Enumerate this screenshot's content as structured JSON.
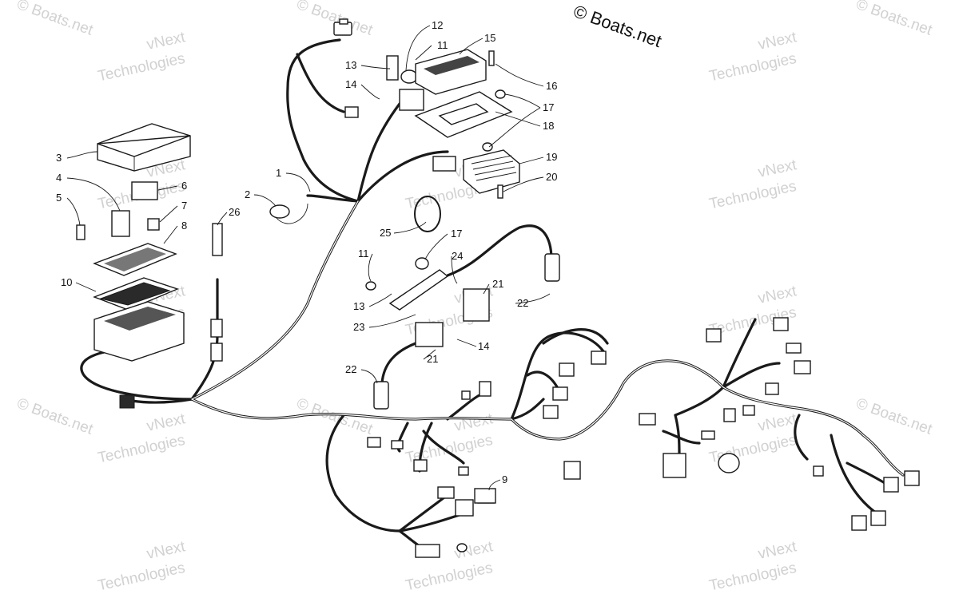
{
  "copyright": "© Boats.net",
  "watermark": {
    "line1": "vNext",
    "line2": "Technologies",
    "corner": "© Boats.net"
  },
  "callouts": [
    "1",
    "2",
    "3",
    "4",
    "5",
    "6",
    "7",
    "8",
    "9",
    "10",
    "11",
    "11",
    "12",
    "13",
    "13",
    "14",
    "14",
    "15",
    "16",
    "17",
    "17",
    "18",
    "19",
    "20",
    "21",
    "21",
    "22",
    "22",
    "23",
    "24",
    "25",
    "26"
  ]
}
